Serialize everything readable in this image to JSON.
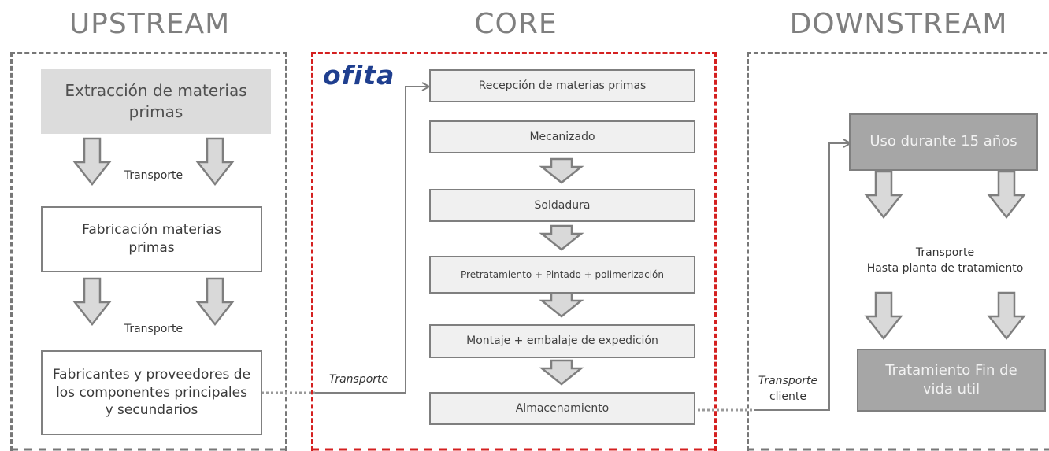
{
  "upstream": {
    "title": "UPSTREAM",
    "box1": "Extracción de materias primas",
    "transport1": "Transporte",
    "box2": "Fabricación materias primas",
    "transport2": "Transporte",
    "box3": "Fabricantes y proveedores de los componentes principales y secundarios"
  },
  "core": {
    "title": "CORE",
    "logo": "ofita",
    "transport_in": "Transporte",
    "steps": [
      "Recepción de materias primas",
      "Mecanizado",
      "Soldadura",
      "Pretratamiento + Pintado + polimerización",
      "Montaje + embalaje de expedición",
      "Almacenamiento"
    ]
  },
  "downstream": {
    "title": "DOWNSTREAM",
    "transport_in_1": "Transporte",
    "transport_in_2": "cliente",
    "box1": "Uso durante 15 años",
    "transport_1": "Transporte",
    "transport_2": "Hasta planta de tratamiento",
    "box2": "Tratamiento Fin de vida util"
  },
  "colors": {
    "section_title": "#7f7f7f",
    "upstream_border": "#777777",
    "core_border": "#d42020",
    "logo": "#1f3f8f",
    "arrow_fill": "#d9d9d9",
    "arrow_stroke": "#7f7f7f",
    "downstream_box": "#a6a6a6"
  }
}
